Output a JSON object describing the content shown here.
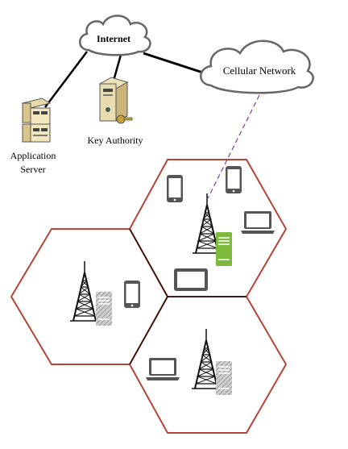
{
  "nodes": {
    "internet": {
      "label": "Internet"
    },
    "cellular_network": {
      "label": "Cellular Network"
    },
    "application_server": {
      "label_line1": "Application",
      "label_line2": "Server"
    },
    "key_authority": {
      "label": "Key Authority"
    }
  },
  "cells": [
    {
      "id": "top",
      "highlighted_server": true
    },
    {
      "id": "left",
      "highlighted_server": false
    },
    {
      "id": "bottom",
      "highlighted_server": false
    }
  ],
  "colors": {
    "cell_border": "#b5443a",
    "cell_divider": "#000000",
    "wireless_link": "#7b3fa0",
    "active_base_station": "#7dba3c",
    "inactive_base_station": "#9a9a9a",
    "device": "#555555"
  },
  "icons": [
    "cloud-icon",
    "server-rack-icon",
    "key-server-icon",
    "cell-tower-icon",
    "base-station-server-icon",
    "phone-icon",
    "laptop-icon",
    "tablet-icon"
  ]
}
